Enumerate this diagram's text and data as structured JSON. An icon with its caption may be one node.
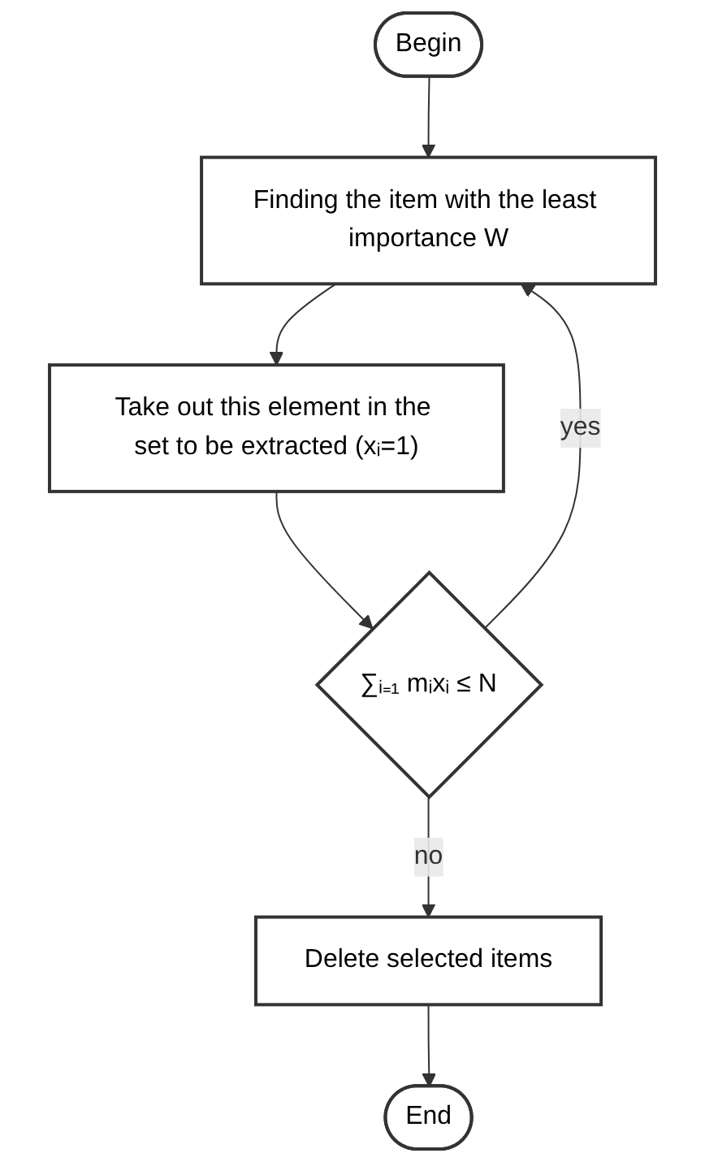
{
  "diagram": {
    "nodes": [
      {
        "text": [
          "Begin"
        ]
      },
      {
        "text": [
          "Finding the item with the least importance W"
        ]
      },
      {
        "text": [
          "Take out this element in the set to be extracted (xᵢ=1)"
        ]
      },
      {
        "text": [
          "∑ᵢ₌₁ mᵢxᵢ ≤ N"
        ]
      },
      {
        "text": [
          "Delete selected items"
        ]
      },
      {
        "text": [
          "End"
        ]
      }
    ],
    "edges": [
      {
        "from": 0,
        "to": 1,
        "arrow": "to"
      },
      {
        "from": 1,
        "to": 2,
        "arrow": "to"
      },
      {
        "from": 2,
        "to": 3,
        "arrow": "to"
      },
      {
        "from": 3,
        "to": 1,
        "arrow": "to",
        "label": "yes"
      },
      {
        "from": 3,
        "to": 4,
        "arrow": "to",
        "label": "no"
      },
      {
        "from": 4,
        "to": 5,
        "arrow": "to"
      }
    ]
  }
}
